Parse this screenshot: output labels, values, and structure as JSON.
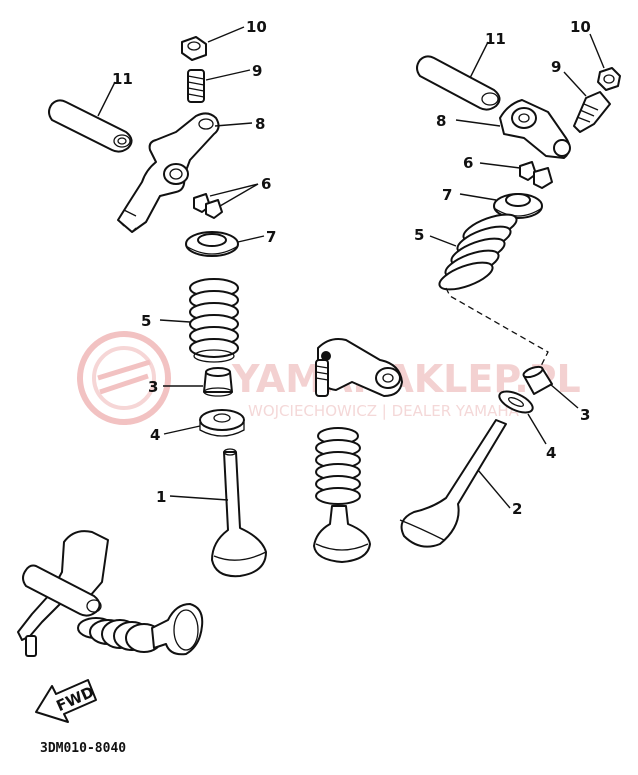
{
  "watermark": {
    "brand": "YAMAHAKLEP.PL",
    "subtitle": "WOJCIECHOWICZ | DEALER YAMAHA",
    "color": "#e9a3a3"
  },
  "diagram_code": "3DM010-8040",
  "fwd_label": "FWD",
  "callouts": {
    "left_10": "10",
    "left_9": "9",
    "left_11": "11",
    "left_8": "8",
    "left_6": "6",
    "left_7": "7",
    "left_5": "5",
    "left_3": "3",
    "left_4": "4",
    "left_1": "1",
    "right_11": "11",
    "right_10": "10",
    "right_9": "9",
    "right_8": "8",
    "right_6": "6",
    "right_7": "7",
    "right_5": "5",
    "right_3": "3",
    "right_4": "4",
    "right_2": "2"
  }
}
